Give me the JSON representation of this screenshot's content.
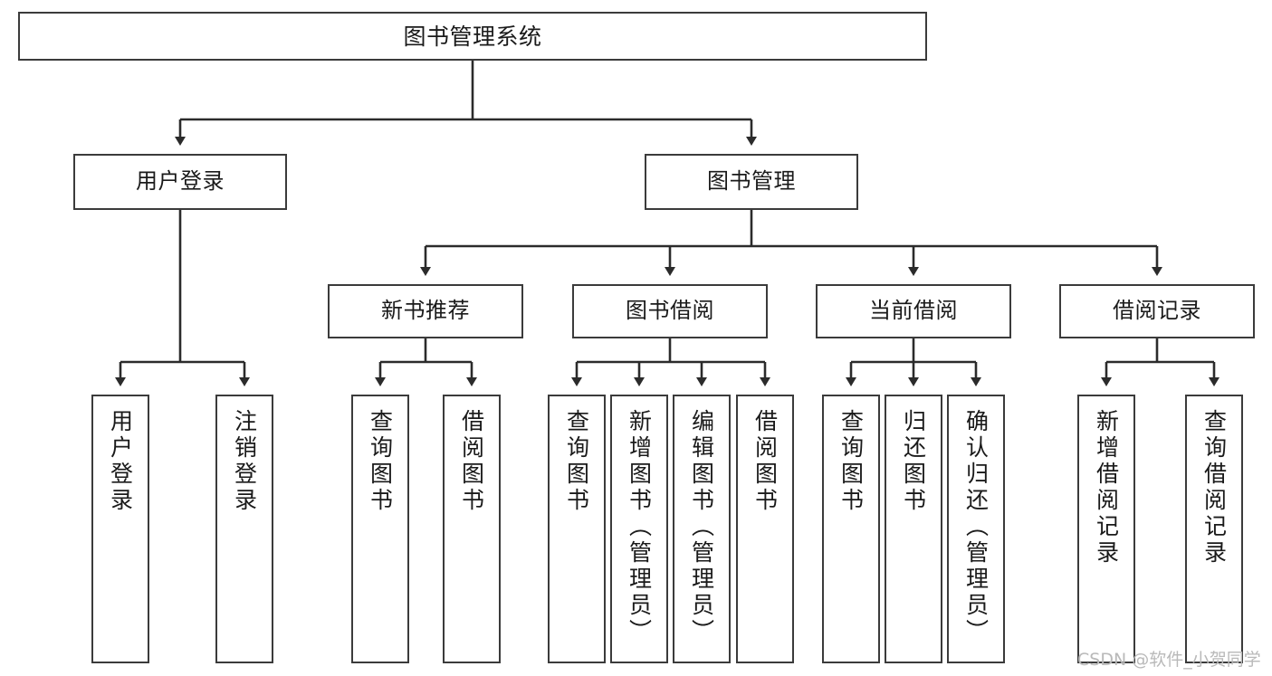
{
  "diagram": {
    "type": "tree",
    "title": "图书管理系统",
    "watermark": "CSDN @软件_小贺同学",
    "colors": {
      "border": "#3b3b3b",
      "background": "#ffffff",
      "text": "#1a1a1a",
      "connector": "#2b2b2b",
      "watermark": "#b9b9b9"
    },
    "nodes": {
      "root": {
        "label": "图书管理系统"
      },
      "level2": [
        {
          "label": "用户登录"
        },
        {
          "label": "图书管理"
        }
      ],
      "level3": [
        {
          "label": "新书推荐"
        },
        {
          "label": "图书借阅"
        },
        {
          "label": "当前借阅"
        },
        {
          "label": "借阅记录"
        }
      ],
      "leaves": {
        "user_login": [
          {
            "label": "用户登录"
          },
          {
            "label": "注销登录"
          }
        ],
        "new_book": [
          {
            "label": "查询图书"
          },
          {
            "label": "借阅图书"
          }
        ],
        "book_borrow": [
          {
            "label": "查询图书"
          },
          {
            "label": "新增图书（管理员）"
          },
          {
            "label": "编辑图书（管理员）"
          },
          {
            "label": "借阅图书"
          }
        ],
        "current_borrow": [
          {
            "label": "查询图书"
          },
          {
            "label": "归还图书"
          },
          {
            "label": "确认归还（管理员）"
          }
        ],
        "borrow_record": [
          {
            "label": "新增借阅记录"
          },
          {
            "label": "查询借阅记录"
          }
        ]
      }
    }
  }
}
